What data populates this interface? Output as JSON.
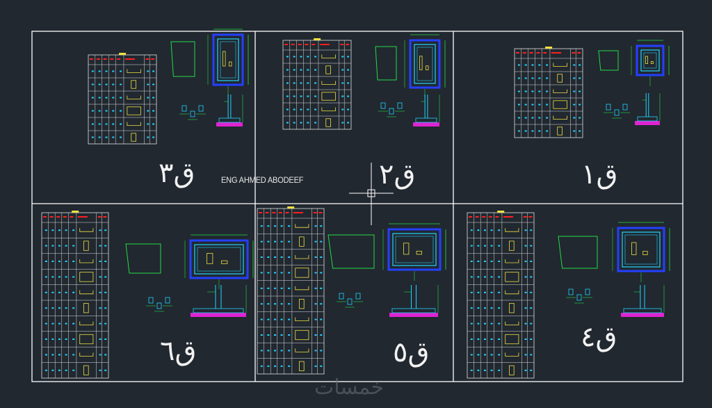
{
  "drawing": {
    "author_label": "ENG AHMED ABODEEF",
    "panels": [
      {
        "label": "ق٣"
      },
      {
        "label": "ق٢"
      },
      {
        "label": "ق١"
      },
      {
        "label": "ق٦"
      },
      {
        "label": "ق٥"
      },
      {
        "label": "ق٤"
      }
    ]
  },
  "watermark": "خمسات",
  "colors": {
    "background": "#212830",
    "frame": "#ffffff",
    "schedule_lines": "#e0e0e0",
    "header_red": "#ff2020",
    "rebar_yellow": "#f0e040",
    "dims_green": "#22dd44",
    "footing_blue": "#2440ff",
    "footing_cyan": "#22d4ff",
    "soil_magenta": "#ff22ee"
  }
}
